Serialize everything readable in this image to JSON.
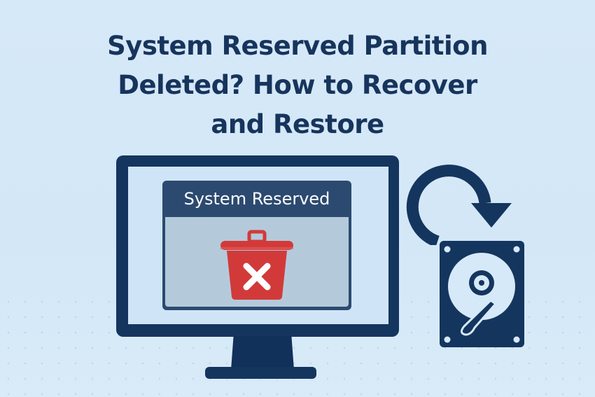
{
  "header": {
    "title_lines": [
      "System Reserved Partition",
      "Deleted? How to Recover",
      "and Restore"
    ]
  },
  "illustration": {
    "window_title": "System Reserved",
    "icons": [
      "monitor-icon",
      "trash-icon",
      "x-mark-icon",
      "restore-arrow-icon",
      "hard-drive-icon"
    ]
  },
  "colors": {
    "background": "#d6e9f8",
    "navy": "#14355e",
    "screen": "#cfe5f7",
    "window_body": "#b4cadb",
    "trash_red": "#d23a3a",
    "white": "#ffffff"
  }
}
